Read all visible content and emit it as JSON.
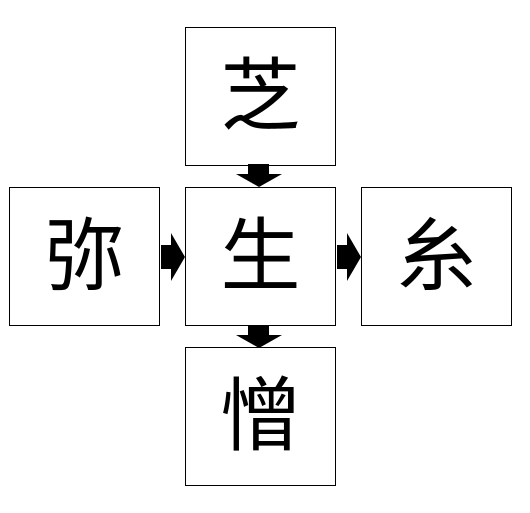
{
  "boxes": {
    "top": "芝",
    "left": "弥",
    "center": "生",
    "right": "糸",
    "bottom": "憎"
  },
  "colors": {
    "stroke": "#000000",
    "arrow": "#000000",
    "background": "#ffffff"
  }
}
